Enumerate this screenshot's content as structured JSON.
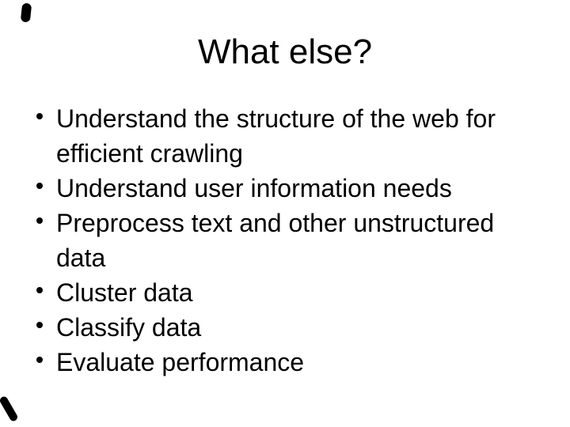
{
  "slide": {
    "title": "What else?",
    "bullet_icon": "•",
    "lines": [
      {
        "text": "Understand the structure of the web for",
        "bullet": true
      },
      {
        "text": "efficient crawling",
        "bullet": false
      },
      {
        "text": "Understand user information needs",
        "bullet": true
      },
      {
        "text": "Preprocess text and other unstructured",
        "bullet": true
      },
      {
        "text": "data",
        "bullet": false
      },
      {
        "text": "Cluster data",
        "bullet": true
      },
      {
        "text": "Classify data",
        "bullet": true
      },
      {
        "text": "Evaluate performance",
        "bullet": true
      }
    ],
    "colors": {
      "background": "#ffffff",
      "text": "#000000",
      "artifact": "#000000"
    }
  }
}
